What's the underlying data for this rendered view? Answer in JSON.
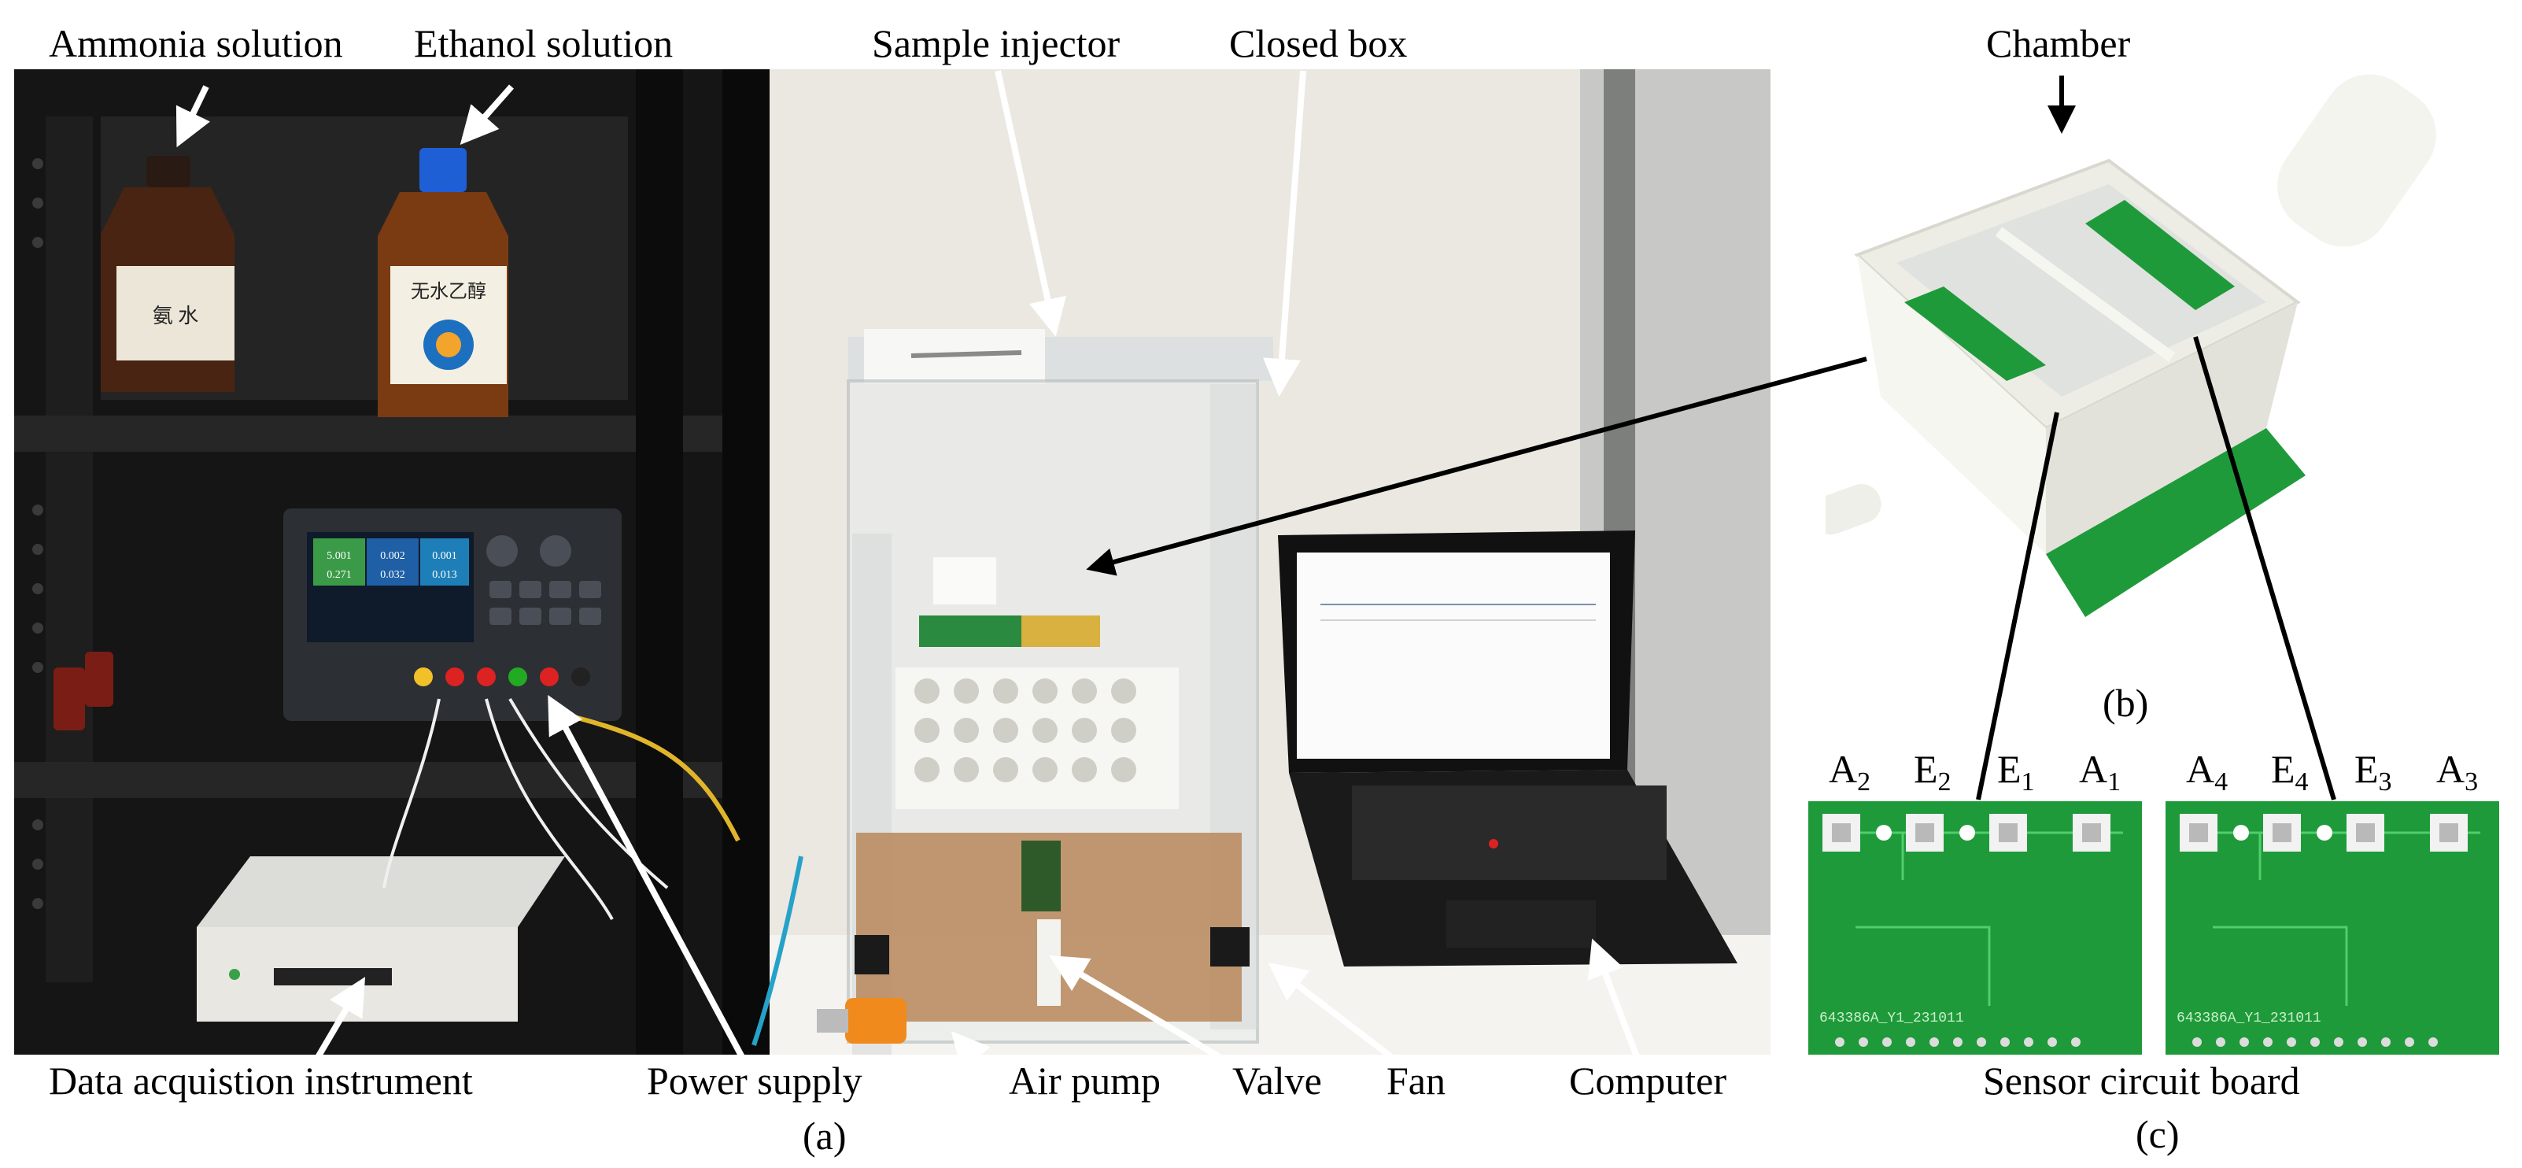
{
  "figure": {
    "panel_a": {
      "caption": "(a)",
      "labels": {
        "ammonia": "Ammonia solution",
        "ethanol": "Ethanol solution",
        "injector": "Sample injector",
        "closed_box": "Closed box",
        "daq": "Data acquistion instrument",
        "power": "Power supply",
        "pump": "Air pump",
        "valve": "Valve",
        "fan": "Fan",
        "computer": "Computer"
      }
    },
    "panel_b": {
      "caption": "(b)",
      "chamber_label": "Chamber"
    },
    "panel_c": {
      "caption": "(c)",
      "board_label": "Sensor circuit board",
      "board1": [
        {
          "letter": "A",
          "sub": "2"
        },
        {
          "letter": "E",
          "sub": "2"
        },
        {
          "letter": "E",
          "sub": "1"
        },
        {
          "letter": "A",
          "sub": "1"
        }
      ],
      "board2": [
        {
          "letter": "A",
          "sub": "4"
        },
        {
          "letter": "E",
          "sub": "4"
        },
        {
          "letter": "E",
          "sub": "3"
        },
        {
          "letter": "A",
          "sub": "3"
        }
      ],
      "board_code": "643386A_Y1_231011"
    },
    "instrument_display": [
      "5.001",
      "0.002",
      "0.001",
      "0.271",
      "0.032",
      "0.013"
    ],
    "bottle_labels": {
      "ammonia_cn": "氨 水",
      "ethanol_cn": "无水乙醇"
    },
    "colors": {
      "pcb_green": "#1f9a3a",
      "chamber_white": "#f3f3ee",
      "shelf_black": "#161616",
      "pump_orange": "#f08a1c"
    }
  }
}
